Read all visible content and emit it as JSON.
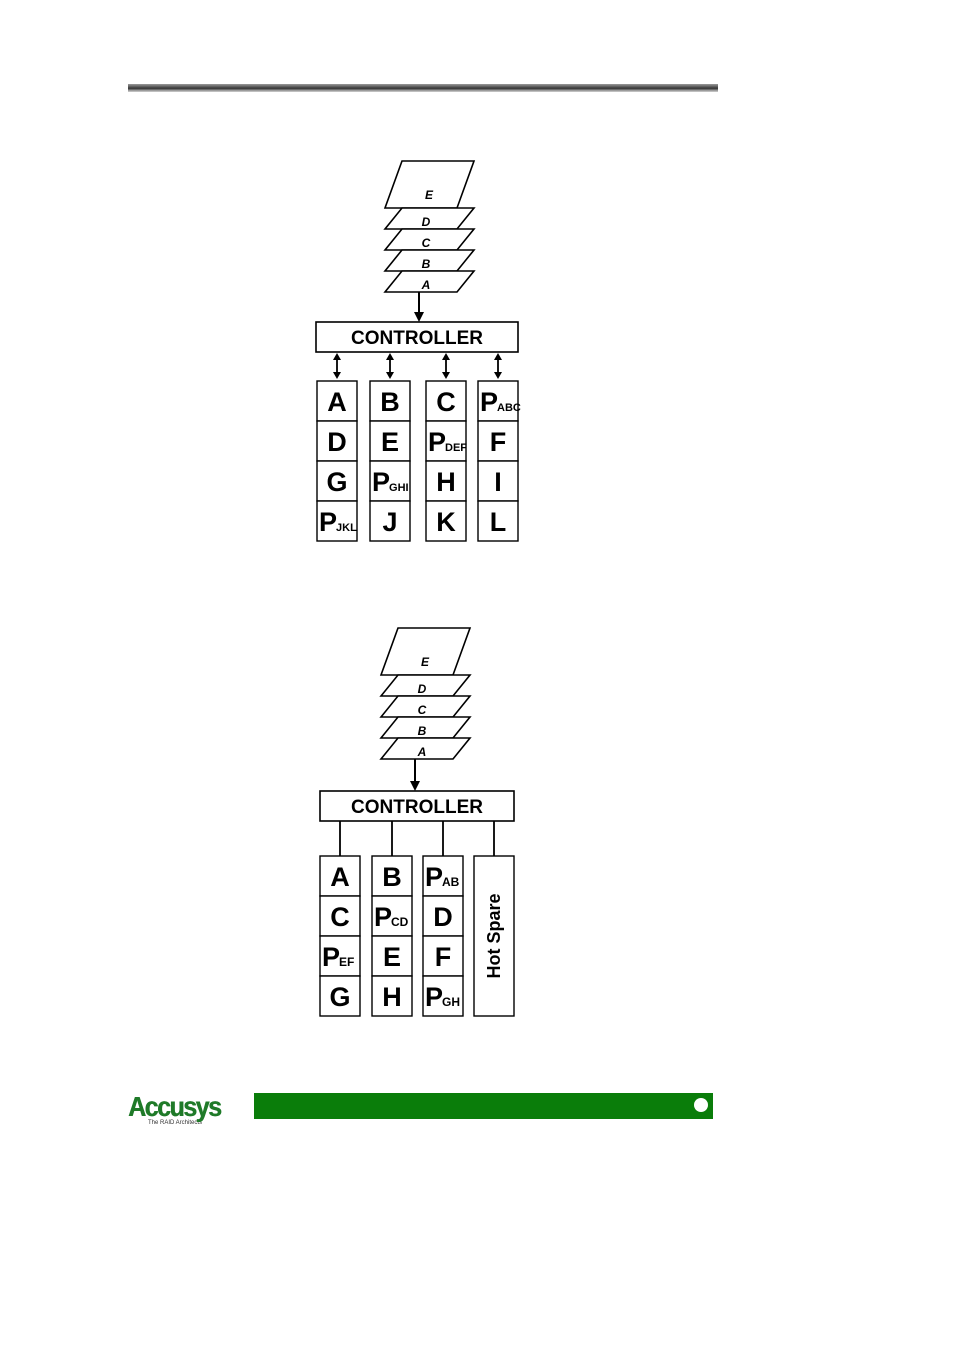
{
  "diagram1": {
    "data_blocks": [
      "A",
      "B",
      "C",
      "D",
      "E"
    ],
    "controller_label": "CONTROLLER",
    "disks": [
      [
        {
          "main": "A",
          "sub": ""
        },
        {
          "main": "D",
          "sub": ""
        },
        {
          "main": "G",
          "sub": ""
        },
        {
          "main": "P",
          "sub": "JKL"
        }
      ],
      [
        {
          "main": "B",
          "sub": ""
        },
        {
          "main": "E",
          "sub": ""
        },
        {
          "main": "P",
          "sub": "GHI"
        },
        {
          "main": "J",
          "sub": ""
        }
      ],
      [
        {
          "main": "C",
          "sub": ""
        },
        {
          "main": "P",
          "sub": "DEF"
        },
        {
          "main": "H",
          "sub": ""
        },
        {
          "main": "K",
          "sub": ""
        }
      ],
      [
        {
          "main": "P",
          "sub": "ABC"
        },
        {
          "main": "F",
          "sub": ""
        },
        {
          "main": "I",
          "sub": ""
        },
        {
          "main": "L",
          "sub": ""
        }
      ]
    ]
  },
  "diagram2": {
    "data_blocks": [
      "A",
      "B",
      "C",
      "D",
      "E"
    ],
    "controller_label": "CONTROLLER",
    "disks": [
      [
        {
          "main": "A",
          "sub": ""
        },
        {
          "main": "C",
          "sub": ""
        },
        {
          "main": "P",
          "sub": "EF"
        },
        {
          "main": "G",
          "sub": ""
        }
      ],
      [
        {
          "main": "B",
          "sub": ""
        },
        {
          "main": "P",
          "sub": "CD"
        },
        {
          "main": "E",
          "sub": ""
        },
        {
          "main": "H",
          "sub": ""
        }
      ],
      [
        {
          "main": "P",
          "sub": "AB"
        },
        {
          "main": "D",
          "sub": ""
        },
        {
          "main": "F",
          "sub": ""
        },
        {
          "main": "P",
          "sub": "GH"
        }
      ]
    ],
    "hot_spare_label": "Hot Spare"
  },
  "footer": {
    "logo_text": "Accusys",
    "logo_tagline": "The RAID Architects",
    "bar_color": "#0a7d0a",
    "logo_color": "#1f7a28"
  }
}
